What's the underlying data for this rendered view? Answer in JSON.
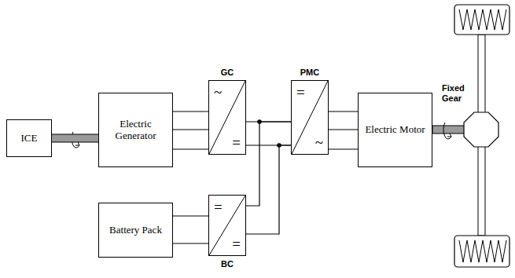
{
  "diagram": {
    "nodes": [
      {
        "text": [
          "ICE"
        ]
      },
      {
        "text": [
          "Electric Generator"
        ]
      },
      {
        "text": [
          "GC",
          "~",
          "="
        ]
      },
      {
        "text": [
          "PMC",
          "=",
          "~"
        ]
      },
      {
        "text": [
          "Electric Motor"
        ]
      },
      {
        "text": [
          "Battery Pack"
        ]
      },
      {
        "text": [
          "=",
          "=",
          "BC"
        ]
      }
    ],
    "edges": [
      {
        "from": 0,
        "to": 1,
        "arrow": "none"
      },
      {
        "from": 1,
        "to": 2,
        "arrow": "none"
      },
      {
        "from": 2,
        "to": 3,
        "arrow": "none"
      },
      {
        "from": 3,
        "to": 4,
        "arrow": "none"
      },
      {
        "from": 5,
        "to": 6,
        "arrow": "none"
      },
      {
        "from": 6,
        "to": 3,
        "arrow": "none"
      }
    ],
    "labels": [
      "Fixed Gear"
    ]
  }
}
